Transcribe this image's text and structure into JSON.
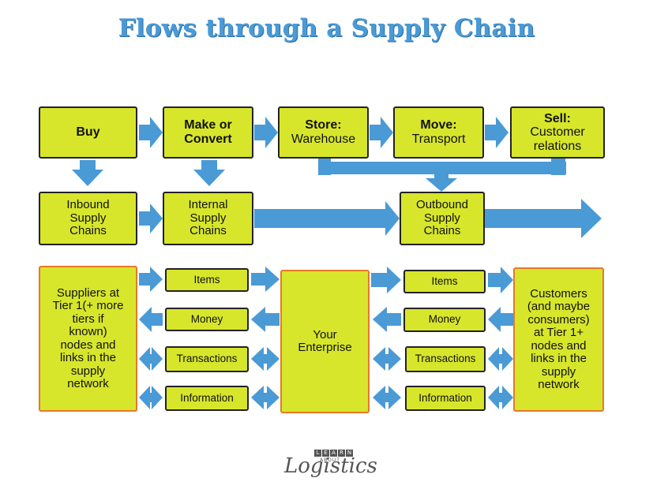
{
  "title": "Flows through a Supply Chain",
  "row1": [
    {
      "bold": "Buy",
      "rest": ""
    },
    {
      "bold": "Make or\nConvert",
      "rest": ""
    },
    {
      "bold": "Store:",
      "rest": "Warehouse"
    },
    {
      "bold": "Move:",
      "rest": "Transport"
    },
    {
      "bold": "Sell:",
      "rest": "Customer\nrelations"
    }
  ],
  "row2": [
    "Inbound\nSupply\nChains",
    "Internal\nSupply\nChains",
    "Outbound\nSupply\nChains"
  ],
  "suppliers": "Suppliers at\nTier 1(+ more\ntiers if\nknown)\nnodes and\nlinks in the\nsupply\nnetwork",
  "enterprise": "Your\nEnterprise",
  "customers": "Customers\n(and maybe\nconsumers)\nat Tier 1+\nnodes and\nlinks in the\nsupply\nnetwork",
  "flows": [
    "Items",
    "Money",
    "Transactions",
    "Information"
  ],
  "logo": {
    "letters": [
      "L",
      "E",
      "A",
      "R",
      "N"
    ],
    "about": "ABOUT",
    "script": "ogistics",
    "initial": "L"
  },
  "colors": {
    "box": "#d7e62b",
    "arrow": "#4a9ad6",
    "title": "#4a9ad6",
    "orange_border": "#e8782a"
  }
}
